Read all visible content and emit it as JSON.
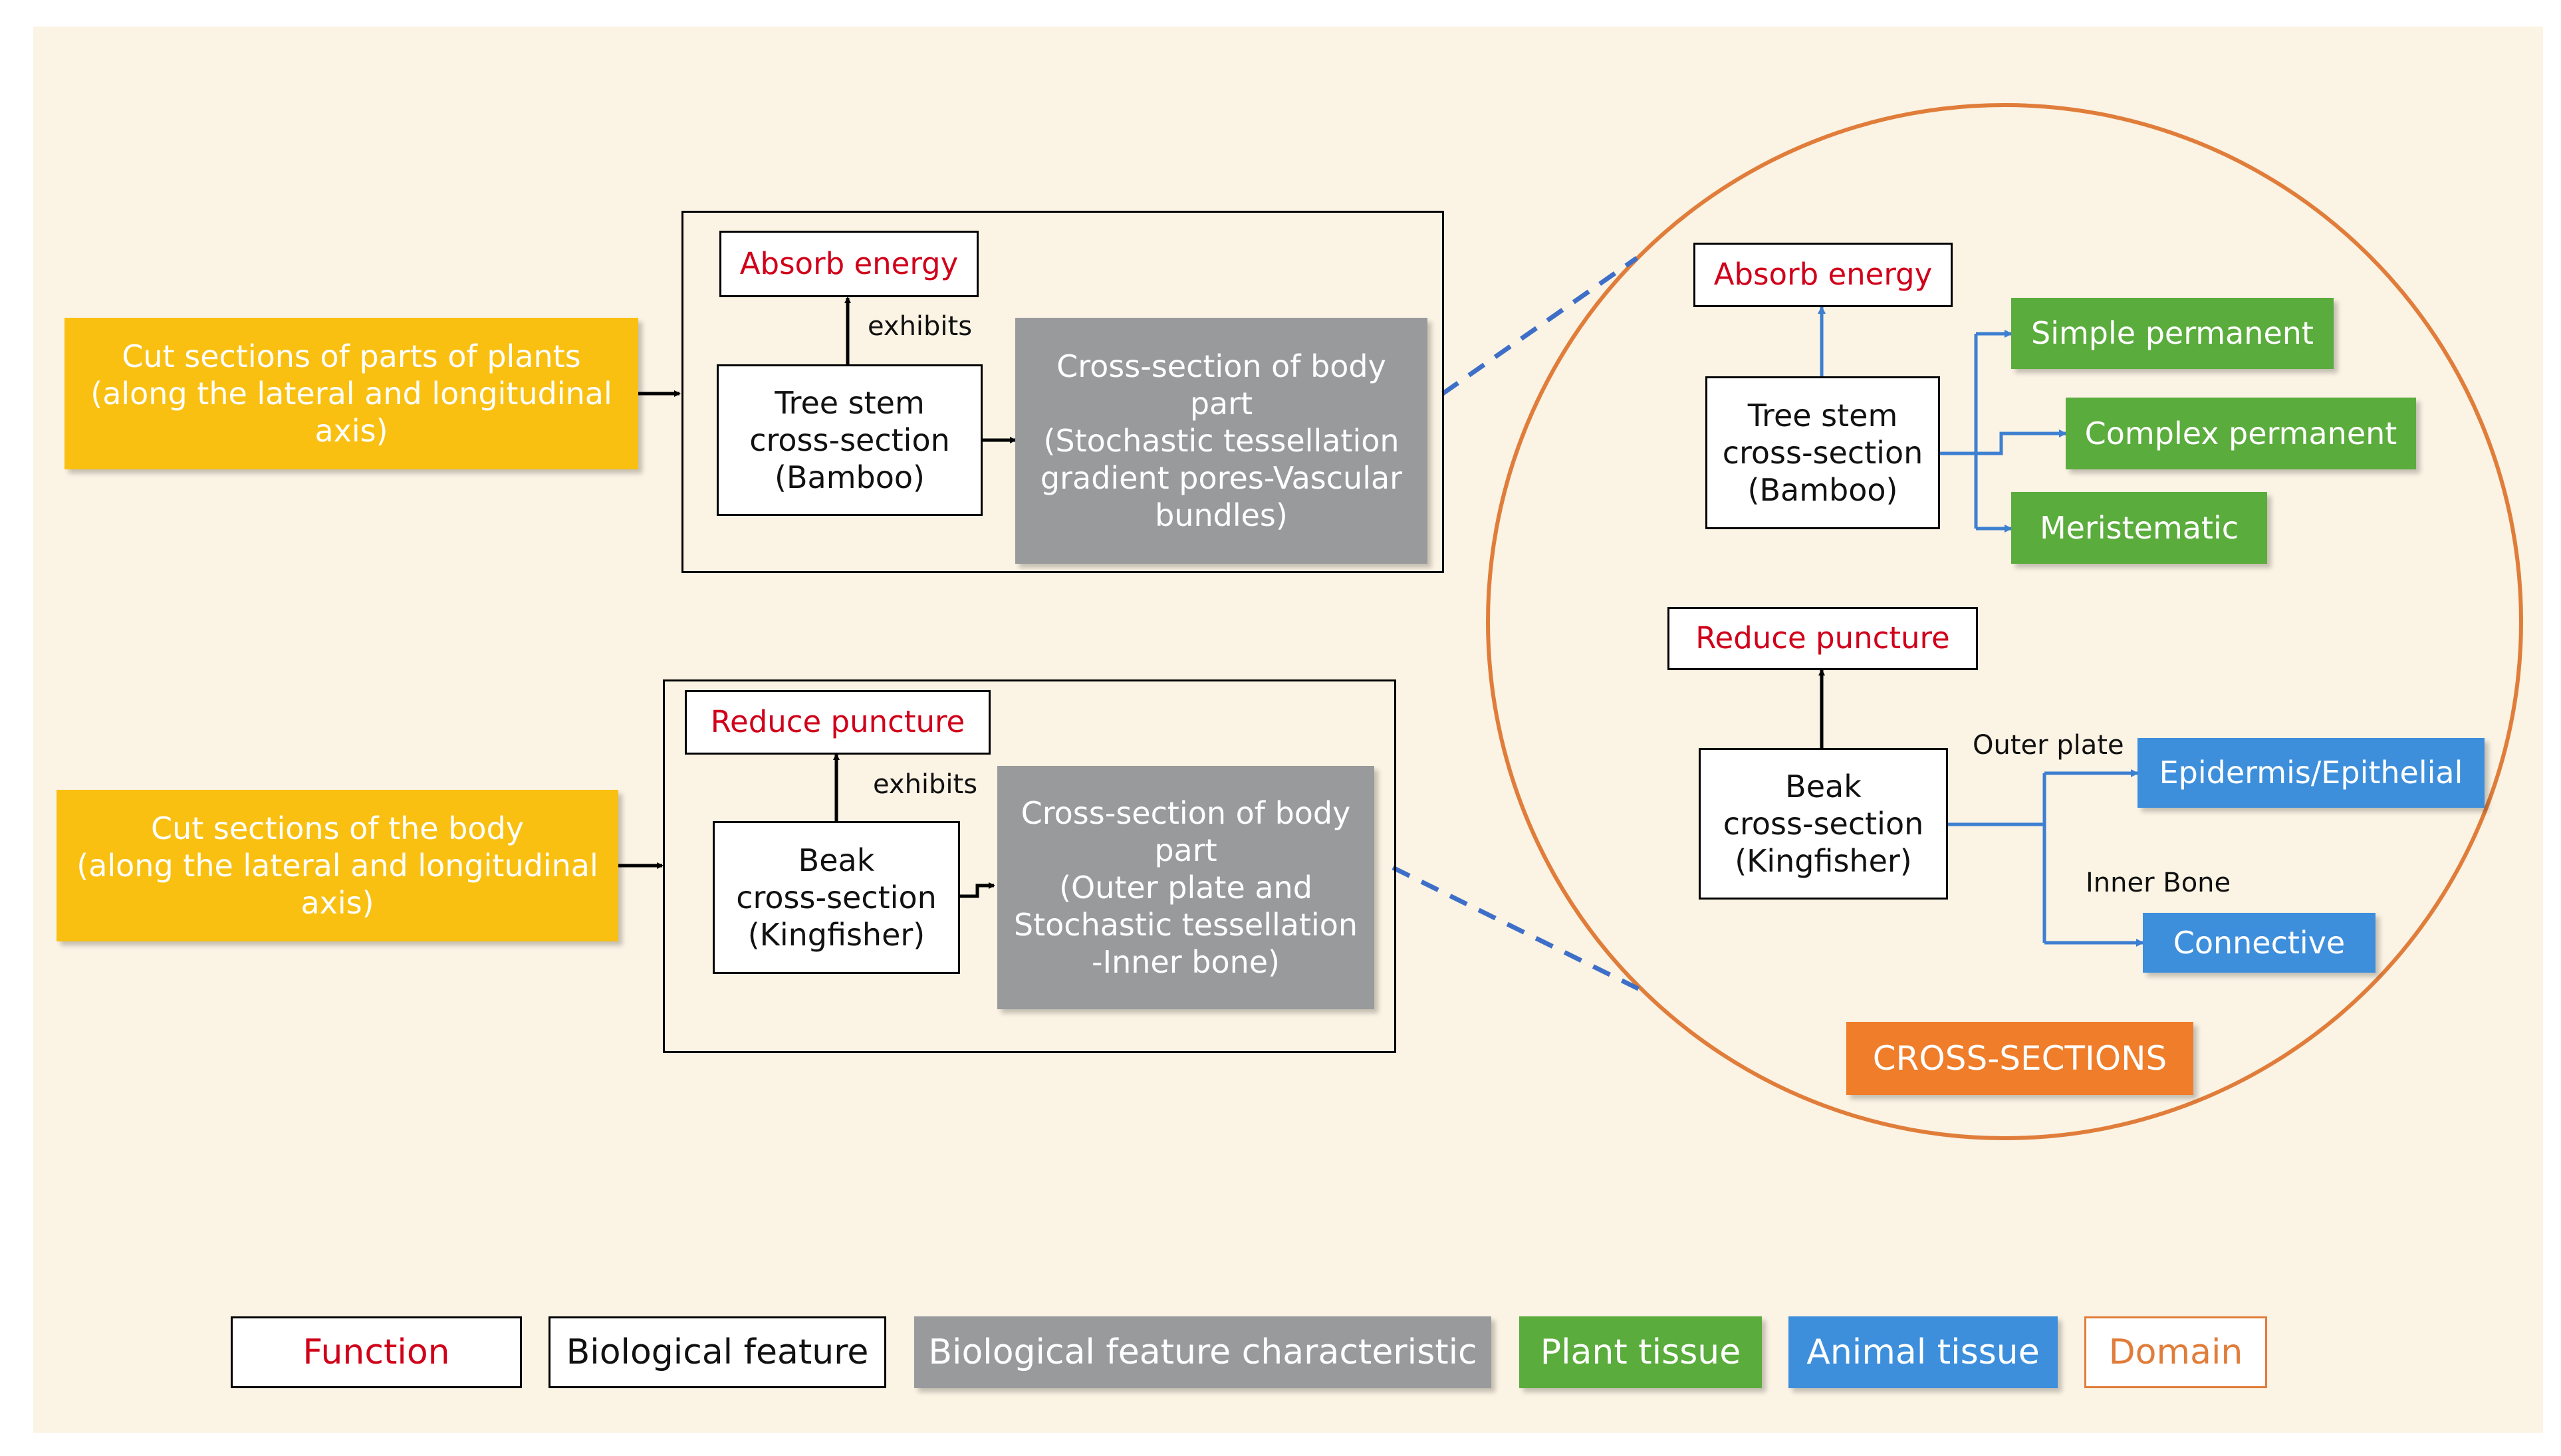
{
  "colors": {
    "function_text": "#d0001a",
    "characteristic_fill": "#999a9c",
    "section_fill": "#f9c012",
    "plant_tissue_fill": "#5aac3c",
    "animal_tissue_fill": "#3d8fdc",
    "domain_fill": "#ef7d2a",
    "domain_outline": "#e07d3a",
    "connector_dashed": "#3e6fc8",
    "connector_blue": "#3d7fd0"
  },
  "left": {
    "plants": {
      "section": "Cut sections of parts of plants\n(along the lateral and longitudinal\naxis)",
      "function": "Absorb energy",
      "exhibits": "exhibits",
      "feature": "Tree stem\ncross-section\n(Bamboo)",
      "characteristic": "Cross-section of body\npart\n(Stochastic tessellation\ngradient pores-Vascular\nbundles)"
    },
    "body": {
      "section": "Cut sections of the body\n(along the lateral and longitudinal\naxis)",
      "function": "Reduce puncture",
      "exhibits": "exhibits",
      "feature": "Beak\ncross-section\n(Kingfisher)",
      "characteristic": "Cross-section of body\npart\n(Outer plate and\nStochastic tessellation\n-Inner bone)"
    }
  },
  "circle": {
    "plant": {
      "function": "Absorb energy",
      "feature": "Tree stem\ncross-section\n(Bamboo)",
      "tissues": [
        "Simple permanent",
        "Complex permanent",
        "Meristematic"
      ]
    },
    "animal": {
      "function": "Reduce puncture",
      "feature": "Beak\ncross-section\n(Kingfisher)",
      "outer_label": "Outer plate",
      "inner_label": "Inner Bone",
      "tissues": [
        "Epidermis/Epithelial",
        "Connective"
      ]
    },
    "domain": "CROSS-SECTIONS"
  },
  "legend": [
    "Function",
    "Biological feature",
    "Biological feature characteristic",
    "Plant tissue",
    "Animal tissue",
    "Domain"
  ]
}
